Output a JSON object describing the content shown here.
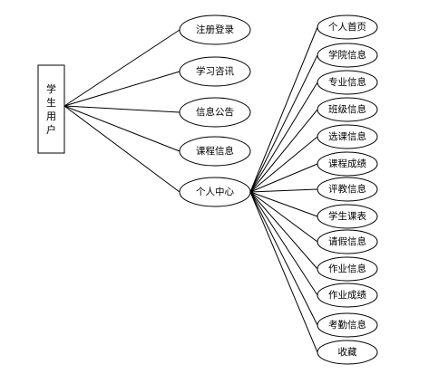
{
  "root": {
    "label": "学生用户"
  },
  "level1": [
    "注册登录",
    "学习咨讯",
    "信息公告",
    "课程信息",
    "个人中心"
  ],
  "personal_center_children": [
    "个人首页",
    "学院信息",
    "专业信息",
    "班级信息",
    "选课信息",
    "课程成绩",
    "评教信息",
    "学生课表",
    "请假信息",
    "作业信息",
    "作业成绩",
    "考勤信息",
    "收藏"
  ]
}
